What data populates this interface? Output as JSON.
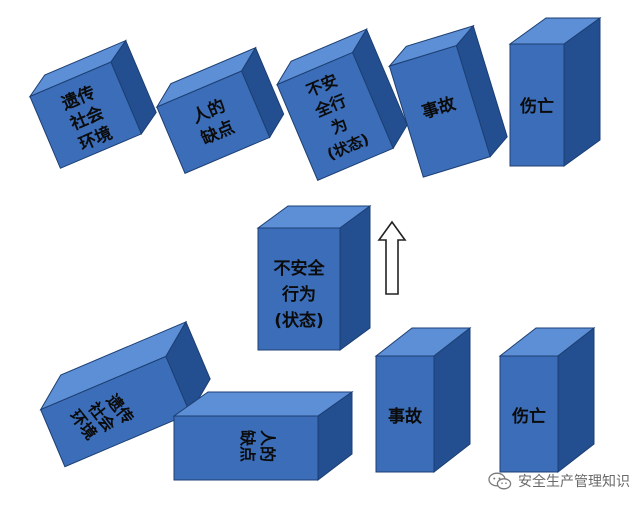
{
  "colors": {
    "front": "#3b6db8",
    "top": "#5c8fd6",
    "side": "#234e8f",
    "edge": "#1d3f73",
    "arrow_stroke": "#222222",
    "text": "#0b0b0b"
  },
  "top_row": {
    "heredity": [
      "遗传",
      "社会",
      "环境"
    ],
    "person_fault": [
      "人的",
      "缺点"
    ],
    "unsafe_act": [
      "不安",
      "全行",
      "为",
      "(状态)"
    ],
    "accident": "事故",
    "injury": "伤亡"
  },
  "middle": {
    "unsafe_act": [
      "不安全",
      "行为",
      "(状态)"
    ],
    "arrow_icon": "up-arrow-icon"
  },
  "bottom_row": {
    "heredity": [
      "遗传",
      "社会",
      "环境"
    ],
    "person_fault": [
      "人的",
      "缺点"
    ],
    "accident": "事故",
    "injury": "伤亡"
  },
  "watermark": {
    "icon": "wechat-icon",
    "text": "安全生产管理知识"
  }
}
